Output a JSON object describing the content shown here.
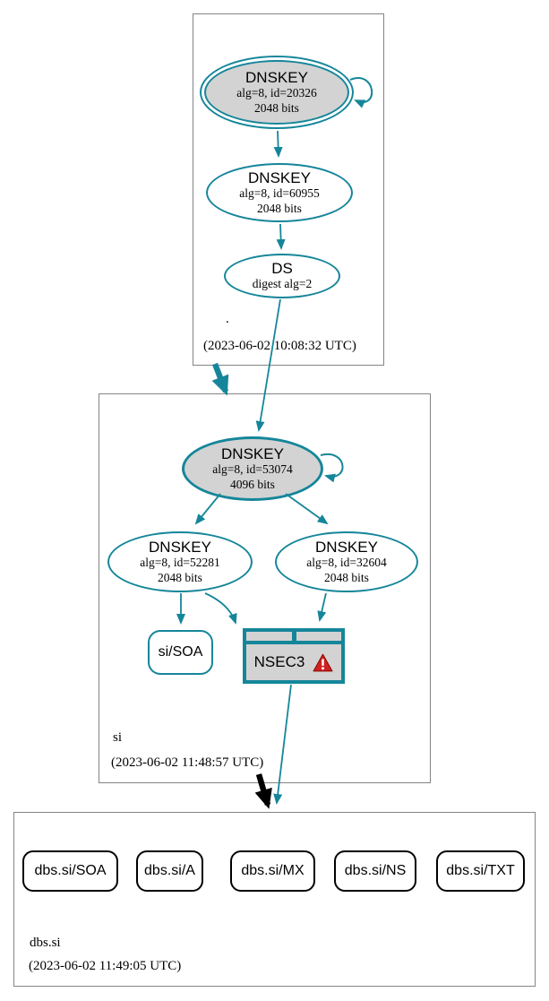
{
  "colors": {
    "edge_teal": "#15869a",
    "node_fill_gray": "#d3d3d3",
    "zone_border_gray": "#848484",
    "rrset_border_black": "#000000",
    "warning_red": "#cf2222"
  },
  "zones": {
    "root": {
      "name": ".",
      "timestamp": "(2023-06-02 10:08:32 UTC)",
      "nodes": {
        "ksk": {
          "title": "DNSKEY",
          "alg": "alg=8, id=20326",
          "bits": "2048 bits"
        },
        "zsk": {
          "title": "DNSKEY",
          "alg": "alg=8, id=60955",
          "bits": "2048 bits"
        },
        "ds": {
          "title": "DS",
          "alg": "digest alg=2"
        }
      }
    },
    "si": {
      "name": "si",
      "timestamp": "(2023-06-02 11:48:57 UTC)",
      "nodes": {
        "ksk": {
          "title": "DNSKEY",
          "alg": "alg=8, id=53074",
          "bits": "4096 bits"
        },
        "zsk1": {
          "title": "DNSKEY",
          "alg": "alg=8, id=52281",
          "bits": "2048 bits"
        },
        "zsk2": {
          "title": "DNSKEY",
          "alg": "alg=8, id=32604",
          "bits": "2048 bits"
        },
        "soa": {
          "label": "si/SOA"
        },
        "nsec3": {
          "label": "NSEC3",
          "icon": "warning-triangle"
        }
      }
    },
    "dbssi": {
      "name": "dbs.si",
      "timestamp": "(2023-06-02 11:49:05 UTC)",
      "rrsets": {
        "soa": "dbs.si/SOA",
        "a": "dbs.si/A",
        "mx": "dbs.si/MX",
        "ns": "dbs.si/NS",
        "txt": "dbs.si/TXT"
      }
    }
  }
}
